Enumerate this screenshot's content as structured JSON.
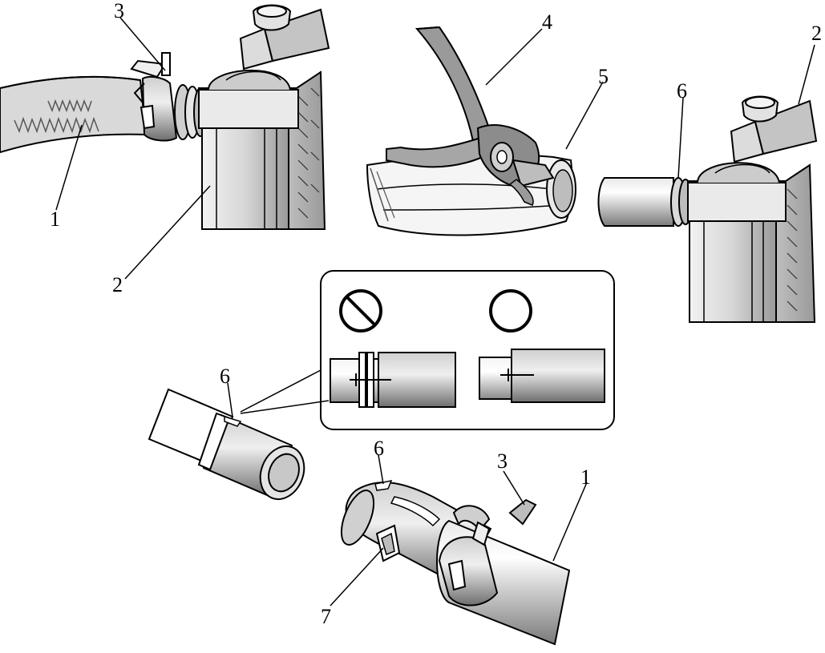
{
  "callouts": {
    "n1": "1",
    "n2": "2",
    "n3": "3",
    "n4": "4",
    "n5": "5",
    "n6": "6",
    "n7": "7"
  },
  "symbols": {
    "prohibited": "prohibited-circle-icon",
    "correct": "correct-circle-icon"
  },
  "colors": {
    "line": "#000000",
    "shade_dark": "#8c8c8c",
    "shade_mid": "#bdbdbd",
    "shade_light": "#e6e6e6",
    "background": "#ffffff"
  }
}
